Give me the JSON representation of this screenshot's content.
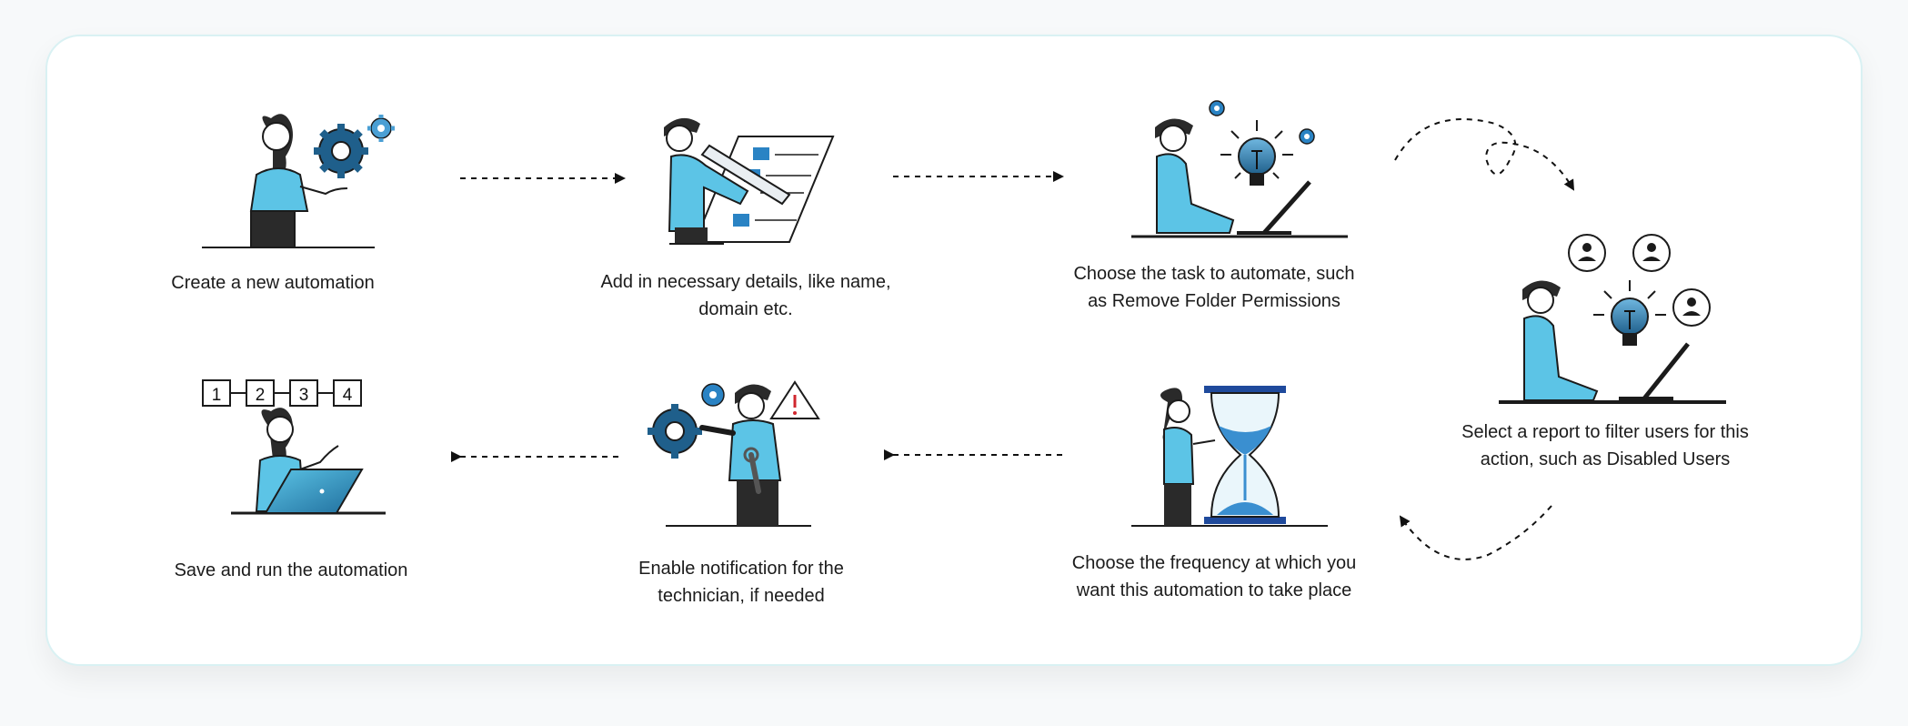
{
  "steps": [
    {
      "label": "Create a new automation"
    },
    {
      "label": "Add in necessary details, like name,\ndomain etc."
    },
    {
      "label": "Choose the task to automate, such\nas Remove Folder Permissions"
    },
    {
      "label": "Select a report to filter users for this\naction, such as Disabled Users"
    },
    {
      "label": "Save and run the automation"
    },
    {
      "label": "Enable notification for the\ntechnician, if needed"
    },
    {
      "label": "Choose the frequency at which you\nwant this automation to take place"
    }
  ],
  "sequence_numbers": [
    "1",
    "2",
    "3",
    "4"
  ],
  "colors": {
    "accent_light": "#5cc4e6",
    "accent_dark": "#1f5f8b",
    "outline": "#1b1b1b",
    "card_border": "#d9f1f3"
  },
  "icons": [
    "gear-icon",
    "document-icon",
    "lightbulb-icon",
    "user-icon",
    "laptop-icon",
    "warning-icon",
    "hourglass-icon",
    "wrench-icon"
  ]
}
